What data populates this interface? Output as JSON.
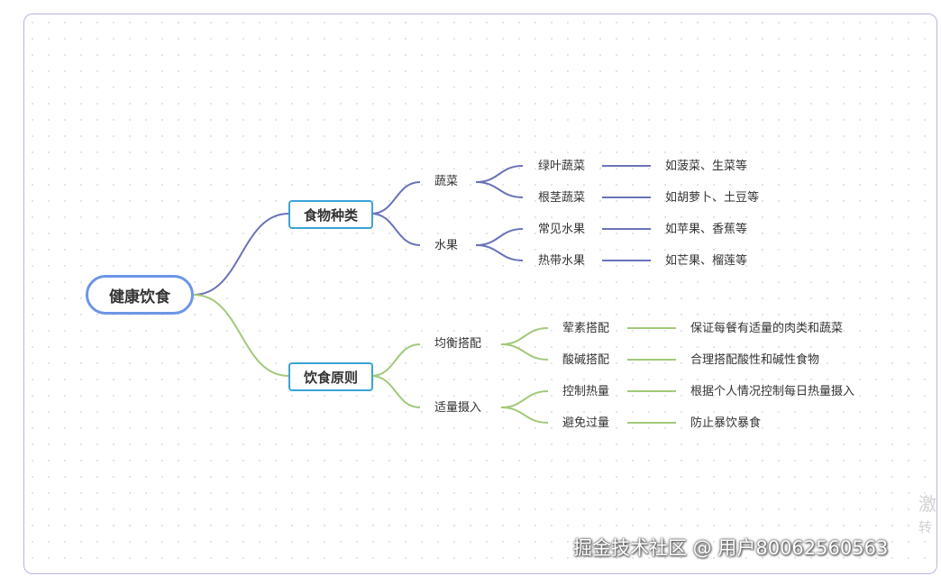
{
  "mindmap": {
    "root": "健康饮食",
    "branches": [
      {
        "label": "食物种类",
        "color": "#6a73b9",
        "groups": [
          {
            "label": "蔬菜",
            "items": [
              {
                "label": "绿叶蔬菜",
                "detail": "如菠菜、生菜等"
              },
              {
                "label": "根茎蔬菜",
                "detail": "如胡萝卜、土豆等"
              }
            ]
          },
          {
            "label": "水果",
            "items": [
              {
                "label": "常见水果",
                "detail": "如苹果、香蕉等"
              },
              {
                "label": "热带水果",
                "detail": "如芒果、榴莲等"
              }
            ]
          }
        ]
      },
      {
        "label": "饮食原则",
        "color": "#a3c97a",
        "groups": [
          {
            "label": "均衡搭配",
            "items": [
              {
                "label": "荤素搭配",
                "detail": "保证每餐有适量的肉类和蔬菜"
              },
              {
                "label": "酸碱搭配",
                "detail": "合理搭配酸性和碱性食物"
              }
            ]
          },
          {
            "label": "适量摄入",
            "items": [
              {
                "label": "控制热量",
                "detail": "根据个人情况控制每日热量摄入"
              },
              {
                "label": "避免过量",
                "detail": "防止暴饮暴食"
              }
            ]
          }
        ]
      }
    ]
  },
  "watermark": "掘金技术社区 @ 用户80062560563",
  "side_text": {
    "top": "激",
    "bottom": "转"
  }
}
